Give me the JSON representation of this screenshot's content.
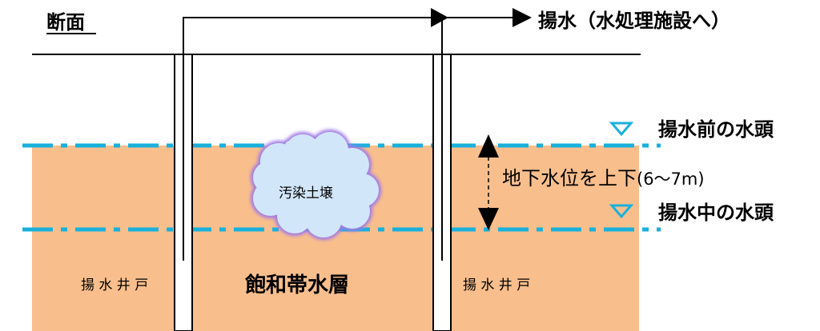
{
  "section_title": "断面",
  "pumping_label": "揚水（水処理施設へ）",
  "head_before_label": "揚水前の水頭",
  "head_during_label": "揚水中の水頭",
  "water_level_label": "地下水位を上下",
  "water_level_range": "(6～7m)",
  "contaminated_soil_label": "汚染土壌",
  "aquifer_label": "飽和帯水層",
  "well_left_label": "揚 水 井 戸",
  "well_right_label": "揚 水 井 戸",
  "colors": {
    "soil": "#f8be8c",
    "water_line": "#1ab0dc",
    "cloud_fill": "#d2e6fa",
    "cloud_outline": "#a079e6"
  }
}
